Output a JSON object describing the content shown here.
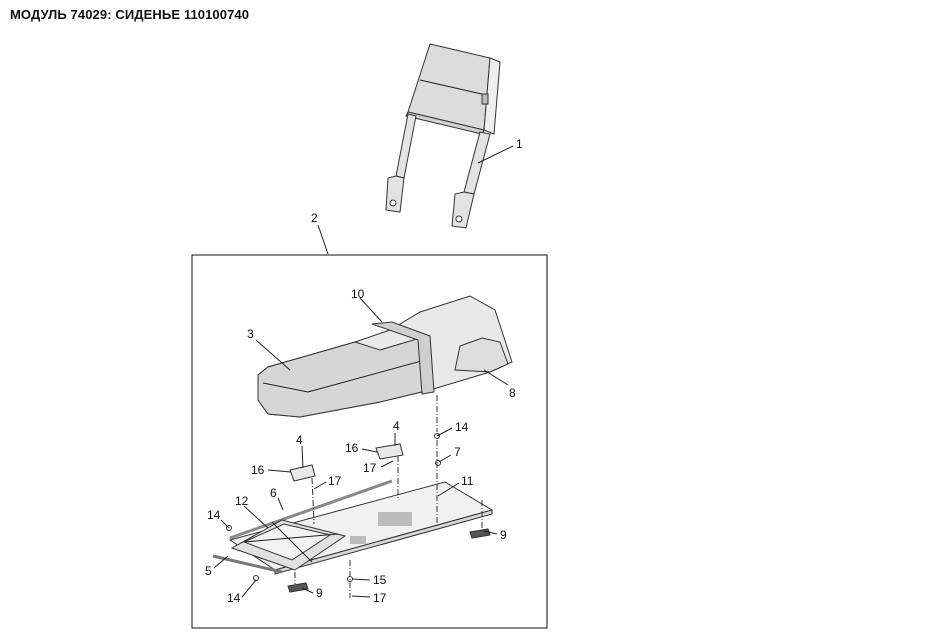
{
  "title": "МОДУЛЬ 74029: СИДЕНЬЕ 110100740",
  "callouts": [
    "1",
    "2",
    "3",
    "4",
    "4",
    "5",
    "6",
    "7",
    "8",
    "9",
    "9",
    "10",
    "11",
    "12",
    "14",
    "14",
    "14",
    "15",
    "16",
    "16",
    "17",
    "17",
    "17"
  ]
}
